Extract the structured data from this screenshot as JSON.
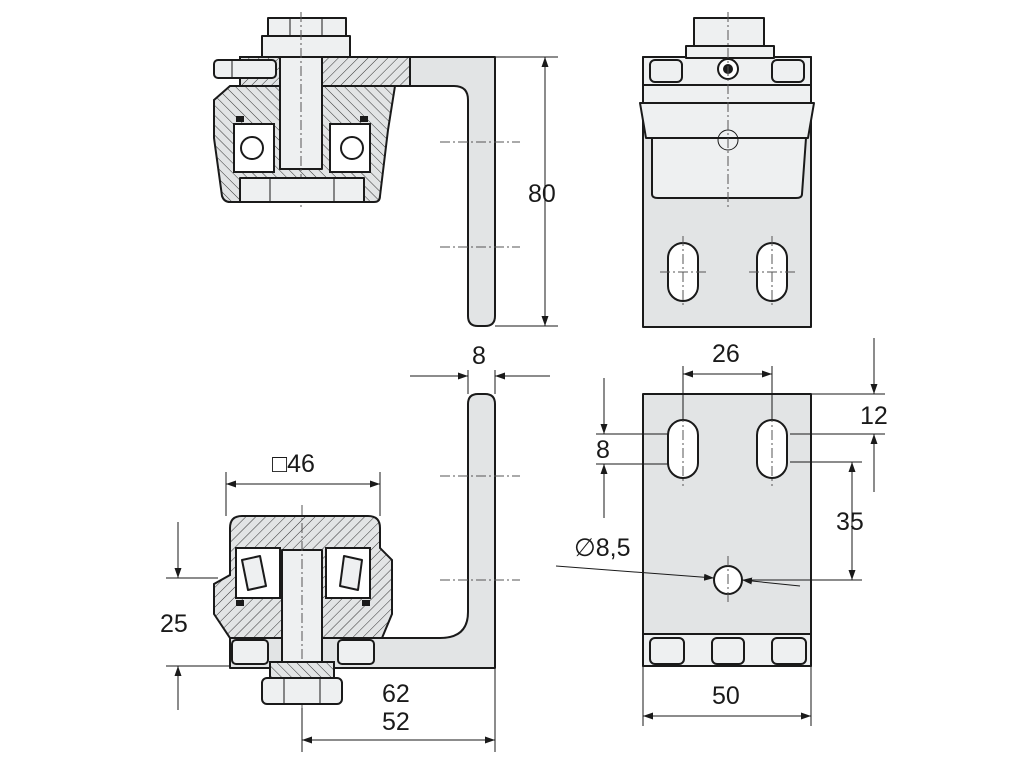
{
  "dimensions": {
    "height_80": "80",
    "thickness_8": "8",
    "slot_spacing_26": "26",
    "top_offset_12": "12",
    "slot_width_8": "8",
    "square_46": "□46",
    "diameter_8_5": "∅8,5",
    "hole_offset_35": "35",
    "height_25": "25",
    "width_62": "62",
    "width_52": "52",
    "width_50": "50"
  },
  "colors": {
    "line": "#1a1a1a",
    "part_fill": "#e2e4e5",
    "background": "#ffffff"
  },
  "icons": {
    "dimension_arrow": "arrowhead",
    "section_hatch": "diagonal-hatch"
  }
}
